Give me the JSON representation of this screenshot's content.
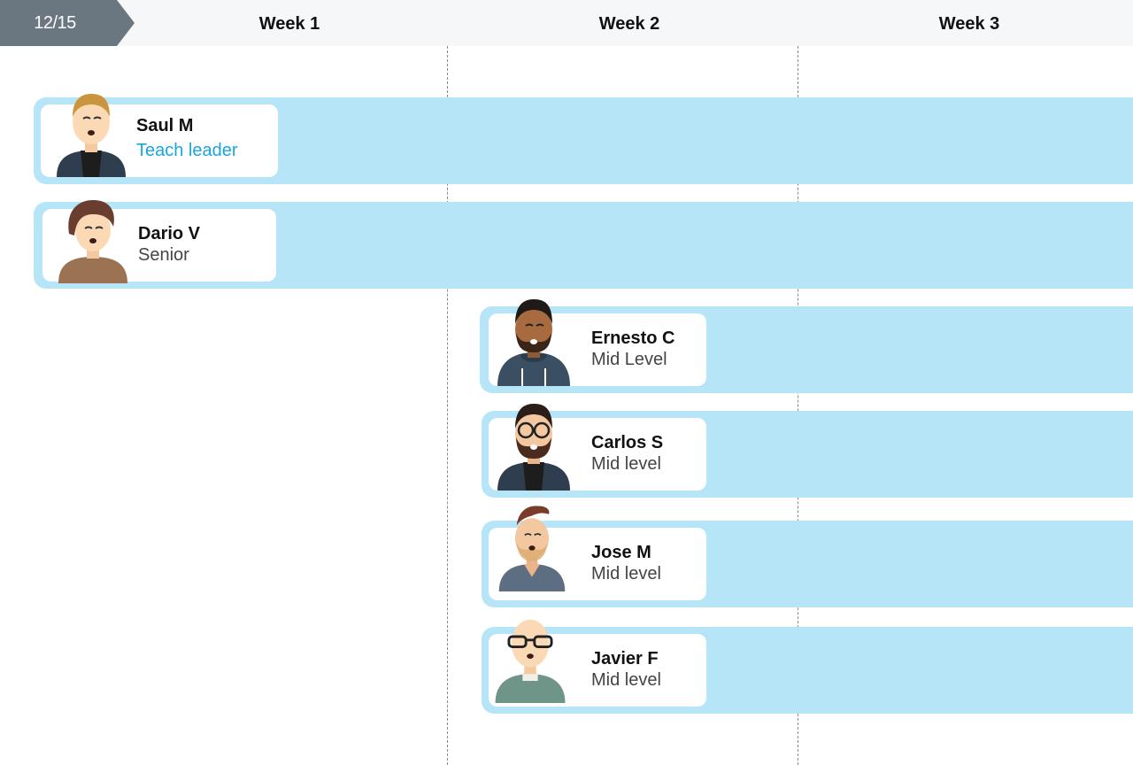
{
  "header": {
    "date_label": "12/15",
    "weeks": [
      "Week 1",
      "Week 2",
      "Week 3"
    ]
  },
  "colors": {
    "header_bg": "#f6f7f9",
    "date_tag_bg": "#6b7780",
    "bar_bg": "#b6e5f8",
    "accent_role": "#17a7de"
  },
  "people": [
    {
      "name": "Saul M",
      "role": "Teach leader",
      "avatar": "avatar-blond-man-icon"
    },
    {
      "name": "Dario V",
      "role": "Senior",
      "avatar": "avatar-brown-hair-icon"
    },
    {
      "name": "Ernesto C",
      "role": "Mid Level",
      "avatar": "avatar-bearded-man-hoodie-icon"
    },
    {
      "name": "Carlos S",
      "role": "Mid level",
      "avatar": "avatar-glasses-beard-man-icon"
    },
    {
      "name": "Jose M",
      "role": "Mid level",
      "avatar": "avatar-quiff-man-icon"
    },
    {
      "name": "Javier F",
      "role": "Mid level",
      "avatar": "avatar-bald-glasses-man-icon"
    }
  ]
}
